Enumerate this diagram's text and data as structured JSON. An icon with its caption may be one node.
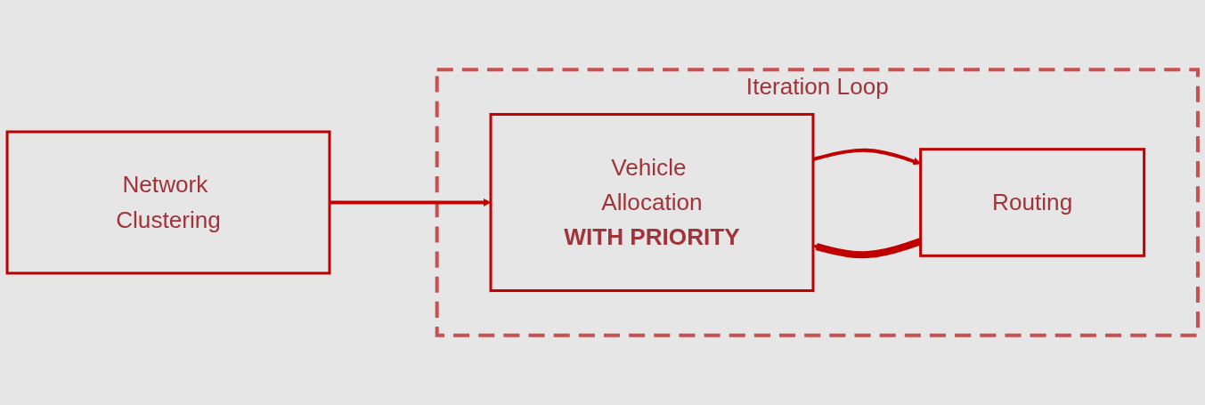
{
  "diagram": {
    "nodes": [
      {
        "text": [
          "Network Clustering"
        ]
      },
      {
        "text": [
          "Iteration Loop"
        ]
      },
      {
        "text": [
          "Vehicle Allocation",
          "WITH PRIORITY"
        ],
        "in": 1
      },
      {
        "text": [
          "Routing"
        ],
        "in": 1
      }
    ],
    "edges": [
      {
        "from": 0,
        "to": 2,
        "arrow": "to"
      },
      {
        "from": 2,
        "to": 3,
        "arrow": "to"
      },
      {
        "from": 3,
        "to": 2,
        "arrow": "to",
        "style": "thick"
      }
    ]
  }
}
